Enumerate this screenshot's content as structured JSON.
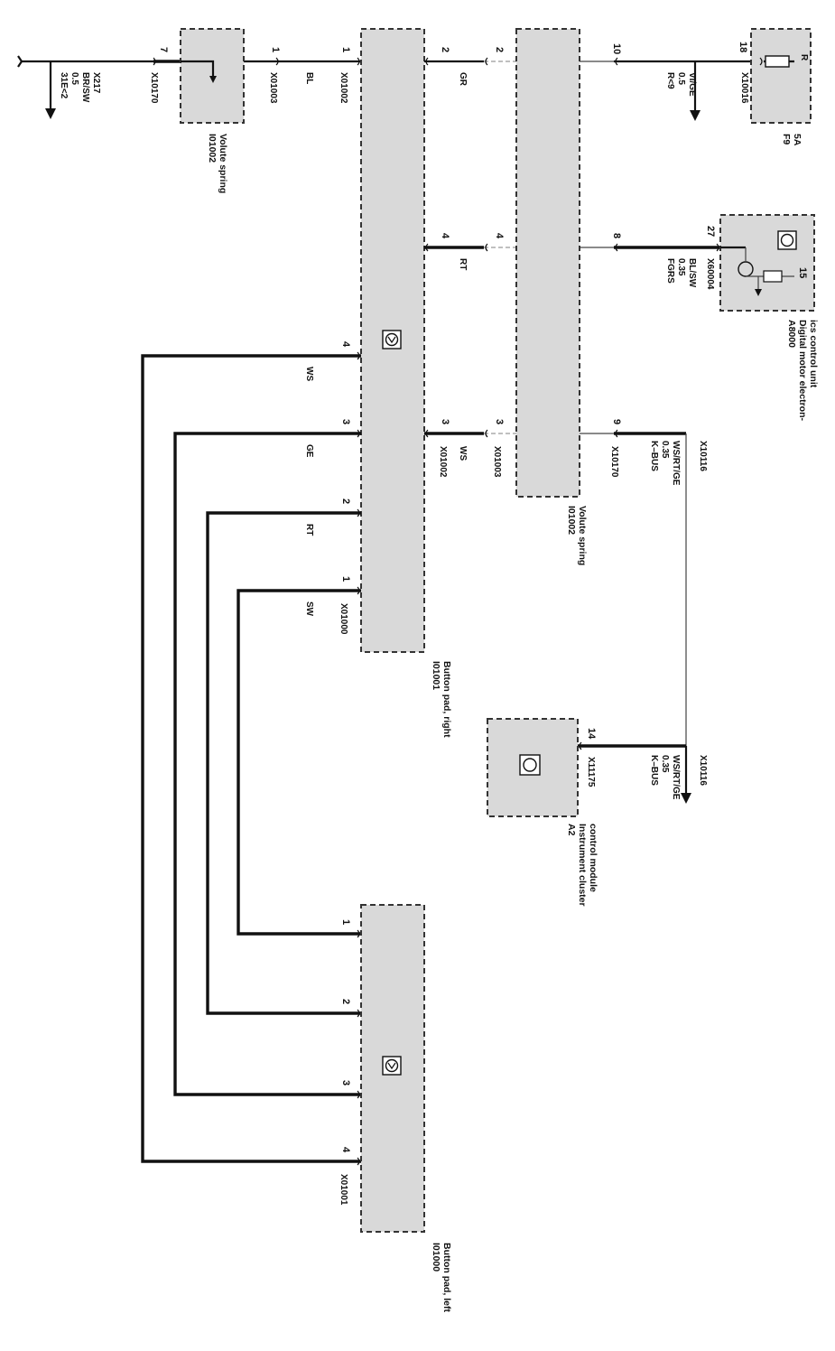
{
  "modules": {
    "fuse": {
      "id": "F9",
      "sub": "5A",
      "pin": "18",
      "conn": "X10016",
      "wire_code": "R"
    },
    "dme": {
      "id": "A8000",
      "line1": "Digital motor electron-",
      "line2": "ics control unit",
      "pin": "27",
      "conn": "X60004",
      "inner_pin": "15"
    },
    "volute_top": {
      "id": "I01002",
      "name": "Volute spring"
    },
    "volute_mid": {
      "id": "I01002",
      "name": "Volute spring"
    },
    "btn_right": {
      "id": "I01001",
      "name": "Button pad, right"
    },
    "btn_left": {
      "id": "I01000",
      "name": "Button pad, left"
    },
    "cluster": {
      "id": "A2",
      "line1": "Instrument cluster",
      "line2": "control module",
      "pin": "14",
      "conn": "X11175"
    }
  },
  "connectors": {
    "x217": "X217",
    "x10170": "X10170",
    "x01003": "X01003",
    "x01002": "X01002",
    "x10116": "X10116",
    "x01000": "X01000",
    "x01001": "X01001"
  },
  "wires": {
    "ground": {
      "l1": "31E<2",
      "l2": "0.5",
      "l3": "BR/SW"
    },
    "power": {
      "l1": "R<9",
      "l2": "0.5",
      "l3": "VI/GE"
    },
    "dme_wire": {
      "l1": "FGRS",
      "l2": "0.35",
      "l3": "BL/SW"
    },
    "kbus_a": {
      "l1": "K–BUS",
      "l2": "0.35",
      "l3": "WS/RT/GE"
    },
    "kbus_b": {
      "l1": "K–BUS",
      "l2": "0.35",
      "l3": "WS/RT/GE"
    }
  },
  "colors": {
    "bl": "BL",
    "gr": "GR",
    "rt1": "RT",
    "ws1": "WS",
    "ws2": "WS",
    "ge": "GE",
    "rt2": "RT",
    "sw": "SW"
  },
  "pins": {
    "p7": "7",
    "p1a": "1",
    "p1b": "1",
    "p2a": "2",
    "p2b": "2",
    "p10": "10",
    "p4a": "4",
    "p4b": "4",
    "p8": "8",
    "p3a": "3",
    "p3b": "3",
    "p9": "9",
    "r4": "4",
    "r3": "3",
    "r2": "2",
    "r1": "1",
    "l1": "1",
    "l2": "2",
    "l3": "3",
    "l4": "4"
  }
}
